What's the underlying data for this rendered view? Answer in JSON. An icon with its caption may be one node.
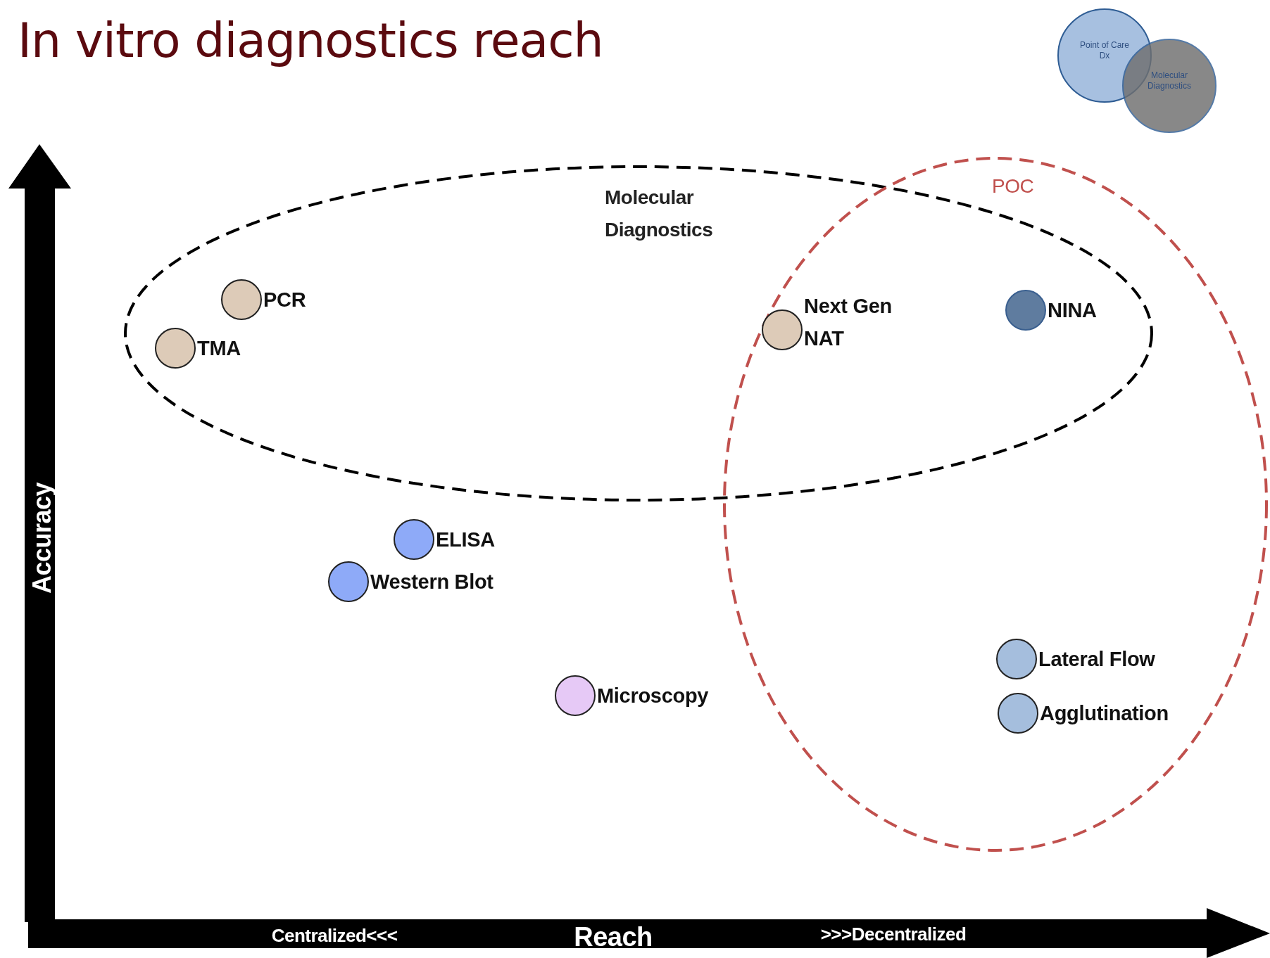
{
  "diagram": {
    "title": "In vitro diagnostics reach",
    "nodes": [
      {
        "text": [
          "Point of Care Dx"
        ]
      },
      {
        "text": [
          "Molecular Diagnostics"
        ]
      },
      {
        "text": [
          "Molecular Diagnostics"
        ]
      },
      {
        "text": [
          "POC"
        ]
      },
      {
        "text": [],
        "shape": "circle",
        "beside": [
          "PCR"
        ],
        "in": 2
      },
      {
        "text": [],
        "shape": "circle",
        "beside": [
          "Next Gen NAT"
        ]
      },
      {
        "text": [],
        "shape": "circle",
        "beside": [
          "NINA"
        ]
      },
      {
        "text": [],
        "shape": "circle",
        "beside": [
          "TMA"
        ],
        "in": 2
      },
      {
        "text": [],
        "shape": "circle",
        "beside": [
          "ELISA"
        ]
      },
      {
        "text": [],
        "shape": "circle",
        "beside": [
          "Western Blot"
        ]
      },
      {
        "text": [],
        "shape": "circle",
        "beside": [
          "Lateral Flow"
        ],
        "in": 3
      },
      {
        "text": [],
        "shape": "circle",
        "beside": [
          "Microscopy"
        ]
      },
      {
        "text": [],
        "shape": "circle",
        "beside": [
          "Agglutination"
        ],
        "in": 3
      }
    ],
    "labels": [
      "Accuracy",
      "Centralized<<<",
      "Reach",
      ">>>Decentralized"
    ]
  }
}
